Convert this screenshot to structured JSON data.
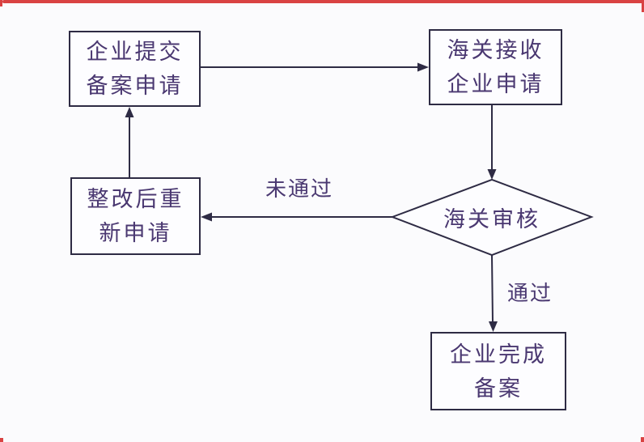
{
  "diagram": {
    "title": "customs-filing-process-flowchart",
    "nodes": [
      {
        "id": "submit",
        "type": "process",
        "line1": "企业提交",
        "line2": "备案申请"
      },
      {
        "id": "receive",
        "type": "process",
        "line1": "海关接收",
        "line2": "企业申请"
      },
      {
        "id": "review",
        "type": "decision",
        "label": "海关审核"
      },
      {
        "id": "rectify",
        "type": "process",
        "line1": "整改后重",
        "line2": "新申请"
      },
      {
        "id": "complete",
        "type": "process",
        "line1": "企业完成",
        "line2": "备案"
      }
    ],
    "edges": [
      {
        "from": "submit",
        "to": "receive",
        "label": ""
      },
      {
        "from": "receive",
        "to": "review",
        "label": ""
      },
      {
        "from": "review",
        "to": "rectify",
        "label": "未通过"
      },
      {
        "from": "rectify",
        "to": "submit",
        "label": ""
      },
      {
        "from": "review",
        "to": "complete",
        "label": "通过"
      }
    ],
    "colors": {
      "stroke": "#2e2b44",
      "text": "#4a3871",
      "background": "#fbfbfd",
      "frame_accent": "#d94242"
    }
  }
}
